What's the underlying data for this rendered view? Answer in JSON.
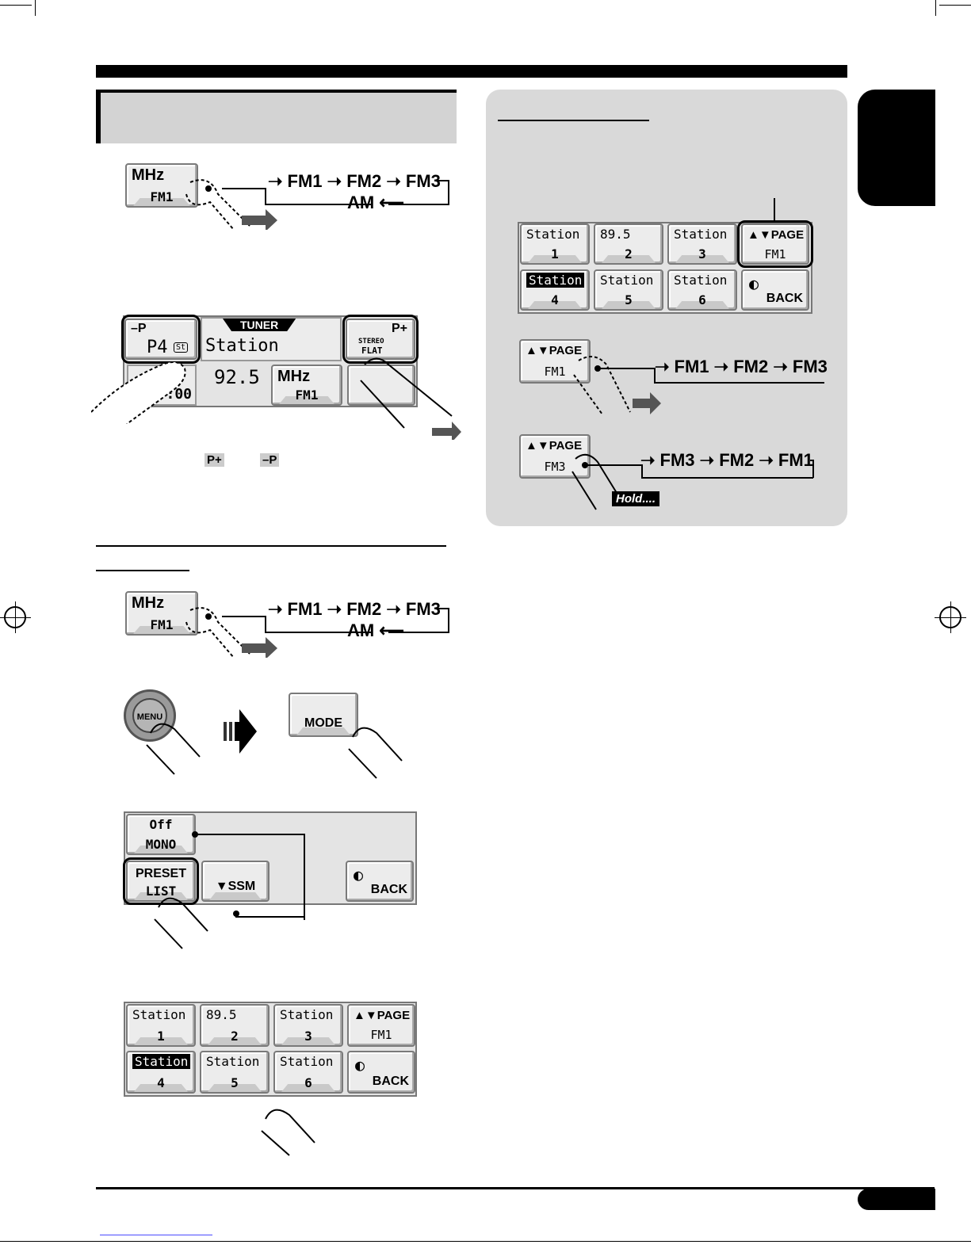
{
  "band_cycle": {
    "steps": [
      "FM1",
      "FM2",
      "FM3"
    ],
    "return": "AM"
  },
  "band_button": {
    "unit": "MHz",
    "band": "FM1"
  },
  "tuner_display": {
    "source": "TUNER",
    "preset_minus": "–P",
    "preset_plus": "P+",
    "preset": "P4",
    "st_badge": "St",
    "station_name": "Station",
    "frequency": "92.5",
    "unit": "MHz",
    "band": "FM1",
    "clock_partial": ":00",
    "stereo_label": "STEREO",
    "flat_label": "FLAT"
  },
  "inline_icons": {
    "p_plus": "P+",
    "p_minus": "–P"
  },
  "menu_step": {
    "menu_label": "MENU",
    "mode_label": "MODE"
  },
  "mode_screen": {
    "off": "Off",
    "mono": "MONO",
    "preset": "PRESET",
    "list": "LIST",
    "ssm": "SSM",
    "back": "BACK"
  },
  "preset_grid": [
    {
      "name": "Station",
      "num": "1"
    },
    {
      "name": "89.5",
      "num": "2"
    },
    {
      "name": "Station",
      "num": "3"
    },
    {
      "name": "Station",
      "num": "4",
      "highlight": true
    },
    {
      "name": "Station",
      "num": "5"
    },
    {
      "name": "Station",
      "num": "6"
    }
  ],
  "page_button": {
    "label": "PAGE",
    "band": "FM1"
  },
  "page_button_fm3": {
    "label": "PAGE",
    "band": "FM3"
  },
  "page_cycle_forward": [
    "FM1",
    "FM2",
    "FM3"
  ],
  "page_cycle_reverse": [
    "FM3",
    "FM2",
    "FM1"
  ],
  "back_label": "BACK",
  "hold_label": "Hold...."
}
